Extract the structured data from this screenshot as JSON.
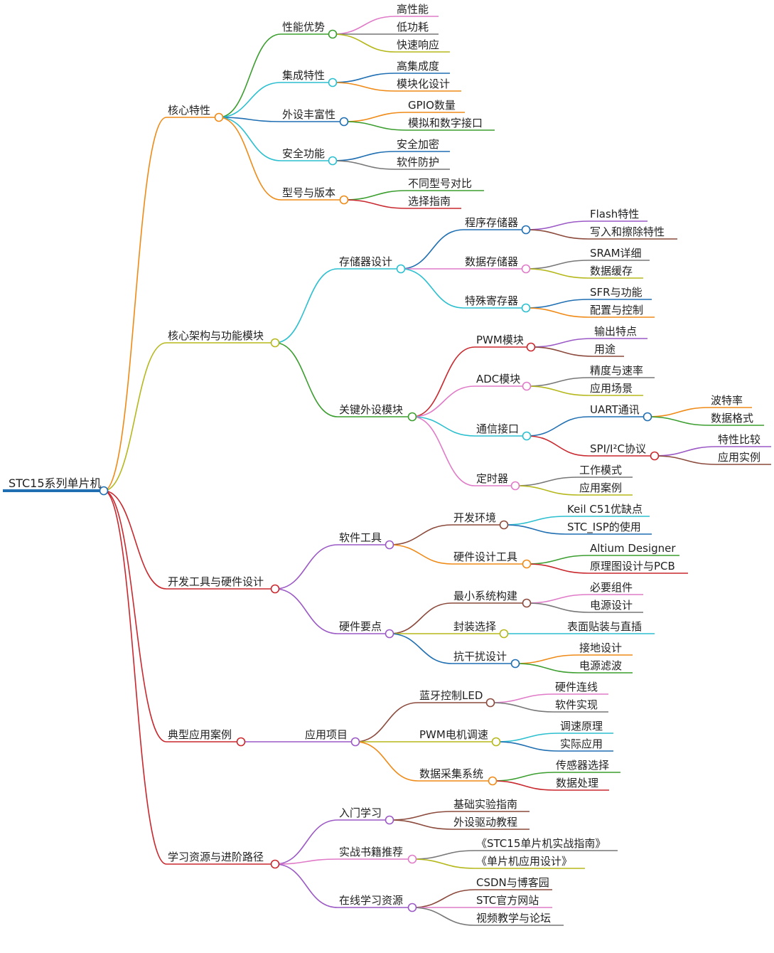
{
  "mindmap": {
    "root": {
      "label": "STC15系列单片机",
      "color": "#1f6fb2",
      "children": [
        {
          "label": "核心特性",
          "color": "#ef8a17",
          "children": [
            {
              "label": "性能优势",
              "color": "#3b9e2f",
              "children": [
                {
                  "label": "高性能",
                  "color": "#e07bc8"
                },
                {
                  "label": "低功耗",
                  "color": "#777777"
                },
                {
                  "label": "快速响应",
                  "color": "#b5b81c"
                }
              ]
            },
            {
              "label": "集成特性",
              "color": "#2bbfcf",
              "children": [
                {
                  "label": "高集成度",
                  "color": "#1f6fb2"
                },
                {
                  "label": "模块化设计",
                  "color": "#ef8a17"
                }
              ]
            },
            {
              "label": "外设丰富性",
              "color": "#1f6fb2",
              "children": [
                {
                  "label": "GPIO数量",
                  "color": "#ef8a17"
                },
                {
                  "label": "模拟和数字接口",
                  "color": "#3b9e2f"
                }
              ]
            },
            {
              "label": "安全功能",
              "color": "#2bbfcf",
              "children": [
                {
                  "label": "安全加密",
                  "color": "#1f6fb2"
                },
                {
                  "label": "软件防护",
                  "color": "#777777"
                }
              ]
            },
            {
              "label": "型号与版本",
              "color": "#ef8a17",
              "children": [
                {
                  "label": "不同型号对比",
                  "color": "#3b9e2f"
                },
                {
                  "label": "选择指南",
                  "color": "#c8282e"
                }
              ]
            }
          ]
        },
        {
          "label": "核心架构与功能模块",
          "color": "#b5b81c",
          "children": [
            {
              "label": "存储器设计",
              "color": "#2bbfcf",
              "children": [
                {
                  "label": "程序存储器",
                  "color": "#1f6fb2",
                  "children": [
                    {
                      "label": "Flash特性",
                      "color": "#9b59c5"
                    },
                    {
                      "label": "写入和擦除特性",
                      "color": "#8b4a3c"
                    }
                  ]
                },
                {
                  "label": "数据存储器",
                  "color": "#e07bc8",
                  "children": [
                    {
                      "label": "SRAM详细",
                      "color": "#777777"
                    },
                    {
                      "label": "数据缓存",
                      "color": "#b5b81c"
                    }
                  ]
                },
                {
                  "label": "特殊寄存器",
                  "color": "#2bbfcf",
                  "children": [
                    {
                      "label": "SFR与功能",
                      "color": "#1f6fb2"
                    },
                    {
                      "label": "配置与控制",
                      "color": "#ef8a17"
                    }
                  ]
                }
              ]
            },
            {
              "label": "关键外设模块",
              "color": "#3b9e2f",
              "children": [
                {
                  "label": "PWM模块",
                  "color": "#c8282e",
                  "children": [
                    {
                      "label": "输出特点",
                      "color": "#9b59c5"
                    },
                    {
                      "label": "用途",
                      "color": "#8b4a3c"
                    }
                  ]
                },
                {
                  "label": "ADC模块",
                  "color": "#e07bc8",
                  "children": [
                    {
                      "label": "精度与速率",
                      "color": "#777777"
                    },
                    {
                      "label": "应用场景",
                      "color": "#b5b81c"
                    }
                  ]
                },
                {
                  "label": "通信接口",
                  "color": "#2bbfcf",
                  "children": [
                    {
                      "label": "UART通讯",
                      "color": "#1f6fb2",
                      "children": [
                        {
                          "label": "波特率",
                          "color": "#ef8a17"
                        },
                        {
                          "label": "数据格式",
                          "color": "#3b9e2f"
                        }
                      ]
                    },
                    {
                      "label": "SPI/I²C协议",
                      "color": "#c8282e",
                      "children": [
                        {
                          "label": "特性比较",
                          "color": "#9b59c5"
                        },
                        {
                          "label": "应用实例",
                          "color": "#8b4a3c"
                        }
                      ]
                    }
                  ]
                },
                {
                  "label": "定时器",
                  "color": "#e07bc8",
                  "children": [
                    {
                      "label": "工作模式",
                      "color": "#777777"
                    },
                    {
                      "label": "应用案例",
                      "color": "#b5b81c"
                    }
                  ]
                }
              ]
            }
          ]
        },
        {
          "label": "开发工具与硬件设计",
          "color": "#c8282e",
          "children": [
            {
              "label": "软件工具",
              "color": "#9b59c5",
              "children": [
                {
                  "label": "开发环境",
                  "color": "#8b4a3c",
                  "children": [
                    {
                      "label": "Keil C51优缺点",
                      "color": "#2bbfcf"
                    },
                    {
                      "label": "STC_ISP的使用",
                      "color": "#1f6fb2"
                    }
                  ]
                },
                {
                  "label": "硬件设计工具",
                  "color": "#ef8a17",
                  "children": [
                    {
                      "label": "Altium Designer",
                      "color": "#3b9e2f"
                    },
                    {
                      "label": "原理图设计与PCB",
                      "color": "#c8282e"
                    }
                  ]
                }
              ]
            },
            {
              "label": "硬件要点",
              "color": "#9b59c5",
              "children": [
                {
                  "label": "最小系统构建",
                  "color": "#8b4a3c",
                  "children": [
                    {
                      "label": "必要组件",
                      "color": "#e07bc8"
                    },
                    {
                      "label": "电源设计",
                      "color": "#777777"
                    }
                  ]
                },
                {
                  "label": "封装选择",
                  "color": "#b5b81c",
                  "children": [
                    {
                      "label": "表面贴装与直插",
                      "color": "#2bbfcf"
                    }
                  ]
                },
                {
                  "label": "抗干扰设计",
                  "color": "#1f6fb2",
                  "children": [
                    {
                      "label": "接地设计",
                      "color": "#ef8a17"
                    },
                    {
                      "label": "电源滤波",
                      "color": "#3b9e2f"
                    }
                  ]
                }
              ]
            }
          ]
        },
        {
          "label": "典型应用案例",
          "color": "#c8282e",
          "children": [
            {
              "label": "应用项目",
              "color": "#9b59c5",
              "children": [
                {
                  "label": "蓝牙控制LED",
                  "color": "#8b4a3c",
                  "children": [
                    {
                      "label": "硬件连线",
                      "color": "#e07bc8"
                    },
                    {
                      "label": "软件实现",
                      "color": "#777777"
                    }
                  ]
                },
                {
                  "label": "PWM电机调速",
                  "color": "#b5b81c",
                  "children": [
                    {
                      "label": "调速原理",
                      "color": "#2bbfcf"
                    },
                    {
                      "label": "实际应用",
                      "color": "#1f6fb2"
                    }
                  ]
                },
                {
                  "label": "数据采集系统",
                  "color": "#ef8a17",
                  "children": [
                    {
                      "label": "传感器选择",
                      "color": "#3b9e2f"
                    },
                    {
                      "label": "数据处理",
                      "color": "#c8282e"
                    }
                  ]
                }
              ]
            }
          ]
        },
        {
          "label": "学习资源与进阶路径",
          "color": "#c8282e",
          "children": [
            {
              "label": "入门学习",
              "color": "#9b59c5",
              "children": [
                {
                  "label": "基础实验指南",
                  "color": "#8b4a3c"
                },
                {
                  "label": "外设驱动教程",
                  "color": "#8b4a3c"
                }
              ]
            },
            {
              "label": "实战书籍推荐",
              "color": "#e07bc8",
              "children": [
                {
                  "label": "《STC15单片机实战指南》",
                  "color": "#777777"
                },
                {
                  "label": "《单片机应用设计》",
                  "color": "#b5b81c"
                }
              ]
            },
            {
              "label": "在线学习资源",
              "color": "#9b59c5",
              "children": [
                {
                  "label": "CSDN与博客园",
                  "color": "#8b4a3c"
                },
                {
                  "label": "STC官方网站",
                  "color": "#e07bc8"
                },
                {
                  "label": "视频教学与论坛",
                  "color": "#777777"
                }
              ]
            }
          ]
        }
      ]
    }
  }
}
